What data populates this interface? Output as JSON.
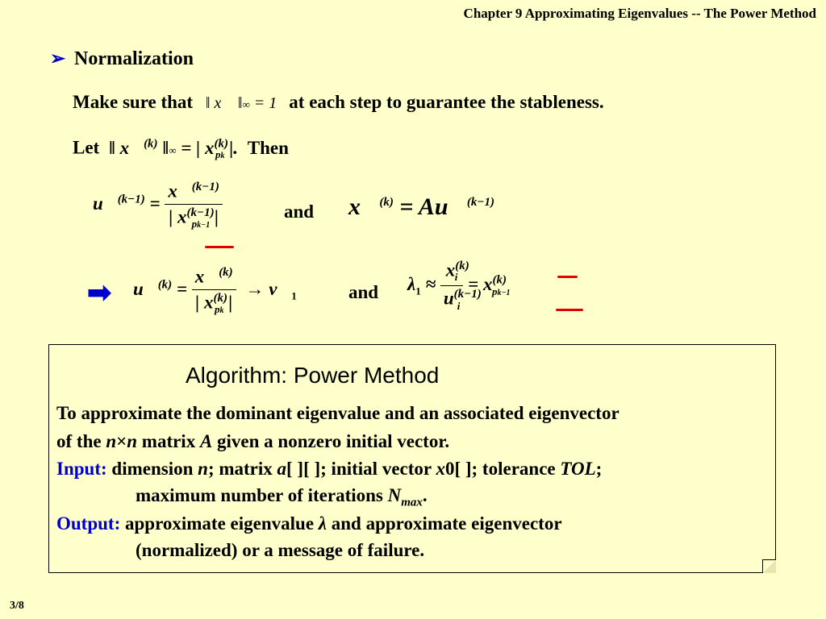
{
  "header": {
    "title": "Chapter 9 Approximating Eigenvalues -- The Power Method"
  },
  "section": {
    "bullet": "➢",
    "title": "Normalization"
  },
  "line1": {
    "pre": "Make sure that",
    "post": "at each step to guarantee the stableness."
  },
  "line2": {
    "pre": "Let",
    "post": "Then"
  },
  "word_and": "and",
  "algorithm": {
    "title": "Algorithm: Power Method",
    "desc1": "To approximate the dominant eigenvalue and an associated eigenvector",
    "desc2a": "of the",
    "desc2b": "matrix",
    "desc2c": "given a nonzero initial vector.",
    "input_label": "Input:",
    "input1a": "dimension",
    "input1b": "; matrix",
    "input1c": "[ ][ ]; initial vector",
    "input1d": "0[ ]; tolerance",
    "input2": "maximum number of iterations",
    "output_label": "Output:",
    "output1a": "approximate eigenvalue",
    "output1b": "and approximate eigenvector",
    "output2": "(normalized) or a message of failure."
  },
  "page_number": "3/8"
}
